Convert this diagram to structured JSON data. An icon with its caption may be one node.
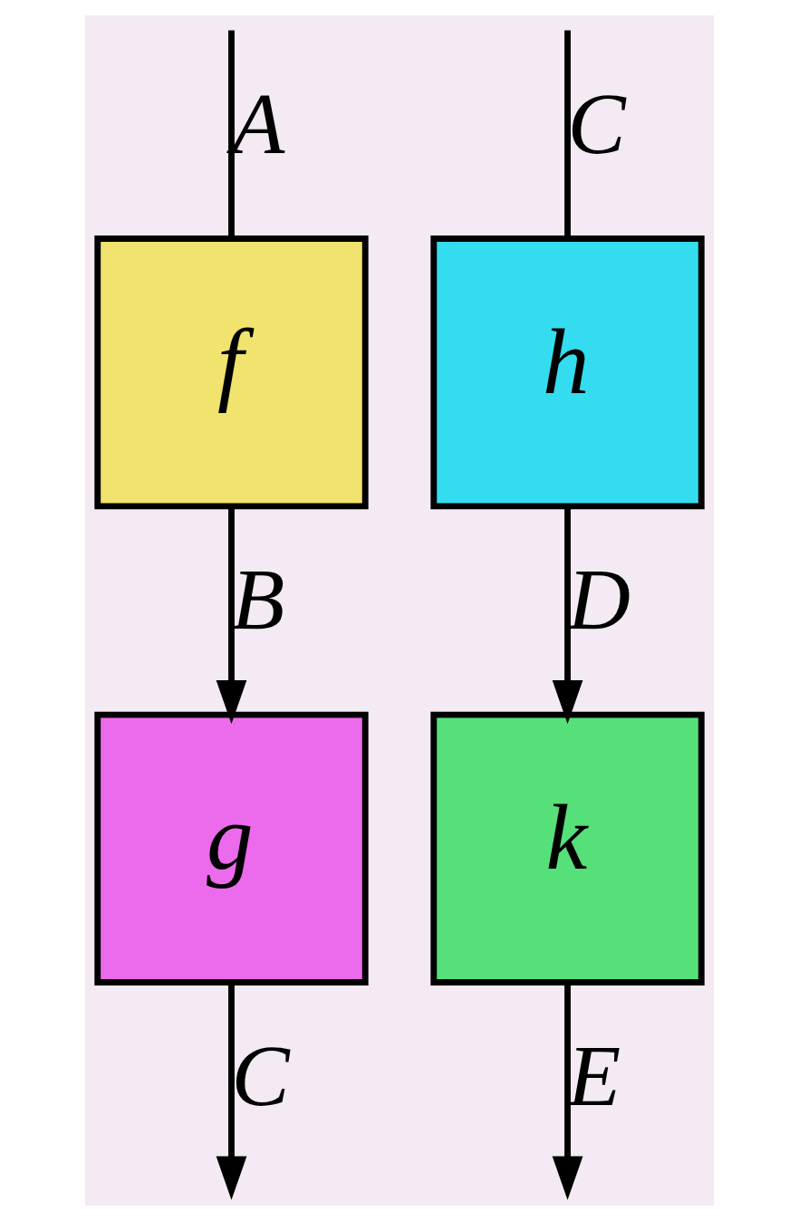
{
  "diagram": {
    "nodes": [
      {
        "text": [
          "f"
        ]
      },
      {
        "text": [
          "h"
        ]
      },
      {
        "text": [
          "g"
        ]
      },
      {
        "text": [
          "k"
        ]
      }
    ],
    "edges": [
      {
        "from": null,
        "to": 0,
        "arrow": "none",
        "label": "A"
      },
      {
        "from": null,
        "to": 1,
        "arrow": "none",
        "label": "C"
      },
      {
        "from": 0,
        "to": 2,
        "arrow": "to",
        "label": "B"
      },
      {
        "from": 1,
        "to": 3,
        "arrow": "to",
        "label": "D"
      },
      {
        "from": 2,
        "to": null,
        "arrow": "to",
        "label": "C"
      },
      {
        "from": 3,
        "to": null,
        "arrow": "to",
        "label": "E"
      }
    ]
  }
}
